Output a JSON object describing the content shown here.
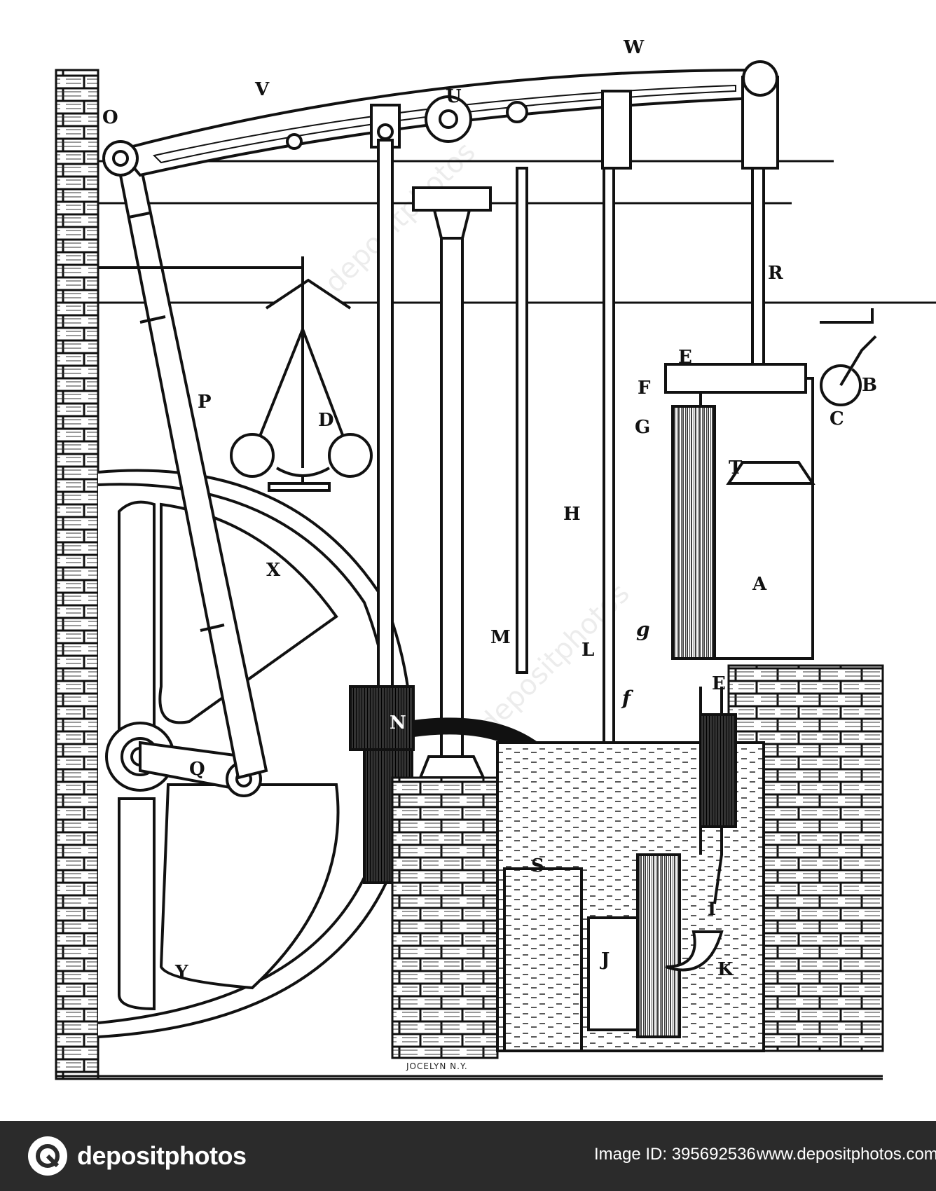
{
  "diagram": {
    "labels": {
      "W": "W",
      "V": "V",
      "U": "U",
      "O": "O",
      "R": "R",
      "E_top": "E",
      "B": "B",
      "F": "F",
      "C": "C",
      "P": "P",
      "G": "G",
      "D": "D",
      "T": "T",
      "H": "H",
      "X": "X",
      "A": "A",
      "M": "M",
      "L": "L",
      "g": "g",
      "f": "f",
      "E_bottom": "E",
      "N": "N",
      "Q": "Q",
      "S": "S",
      "I": "I",
      "J": "J",
      "K": "K",
      "Y": "Y"
    },
    "signature": "JOCELYN N.Y.",
    "watermark_text": "depositphotos"
  },
  "footer": {
    "brand": "depositphotos",
    "image_id": "Image ID: 395692536",
    "site": "www.depositphotos.com"
  },
  "colors": {
    "ink": "#111111",
    "paper": "#ffffff",
    "footer_bg": "#2b2b2b",
    "footer_text": "#ffffff"
  }
}
